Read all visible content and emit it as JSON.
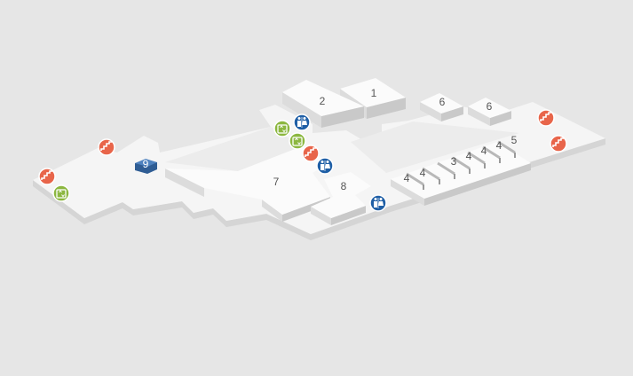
{
  "map": {
    "units": [
      {
        "id": "1",
        "label": "1"
      },
      {
        "id": "2",
        "label": "2"
      },
      {
        "id": "3",
        "label": "3"
      },
      {
        "id": "4a",
        "label": "4"
      },
      {
        "id": "4b",
        "label": "4"
      },
      {
        "id": "4c",
        "label": "4"
      },
      {
        "id": "4d",
        "label": "4"
      },
      {
        "id": "4e",
        "label": "4"
      },
      {
        "id": "5",
        "label": "5"
      },
      {
        "id": "6a",
        "label": "6"
      },
      {
        "id": "6b",
        "label": "6"
      },
      {
        "id": "7",
        "label": "7"
      },
      {
        "id": "8",
        "label": "8"
      },
      {
        "id": "9",
        "label": "9",
        "highlighted": true
      }
    ],
    "markers": [
      {
        "type": "stairs",
        "icon": "stairs-icon",
        "color": "#e8654a"
      },
      {
        "type": "stairs",
        "icon": "stairs-icon",
        "color": "#e8654a"
      },
      {
        "type": "stairs",
        "icon": "stairs-icon",
        "color": "#e8654a"
      },
      {
        "type": "stairs",
        "icon": "stairs-icon",
        "color": "#e8654a"
      },
      {
        "type": "stairs",
        "icon": "stairs-icon",
        "color": "#e8654a"
      },
      {
        "type": "elevator",
        "icon": "elevator-icon",
        "color": "#8cb740"
      },
      {
        "type": "elevator",
        "icon": "elevator-icon",
        "color": "#8cb740"
      },
      {
        "type": "elevator",
        "icon": "elevator-icon",
        "color": "#8cb740"
      },
      {
        "type": "restroom",
        "icon": "restroom-icon",
        "color": "#1f5fa6"
      },
      {
        "type": "restroom",
        "icon": "restroom-icon",
        "color": "#1f5fa6"
      },
      {
        "type": "restroom",
        "icon": "restroom-icon",
        "color": "#1f5fa6"
      }
    ],
    "colors": {
      "background": "#e6e6e6",
      "floor": "#f5f5f5",
      "highlight": "#3f6fa8",
      "stairs": "#e8654a",
      "elevator": "#8cb740",
      "restroom": "#1f5fa6"
    }
  }
}
